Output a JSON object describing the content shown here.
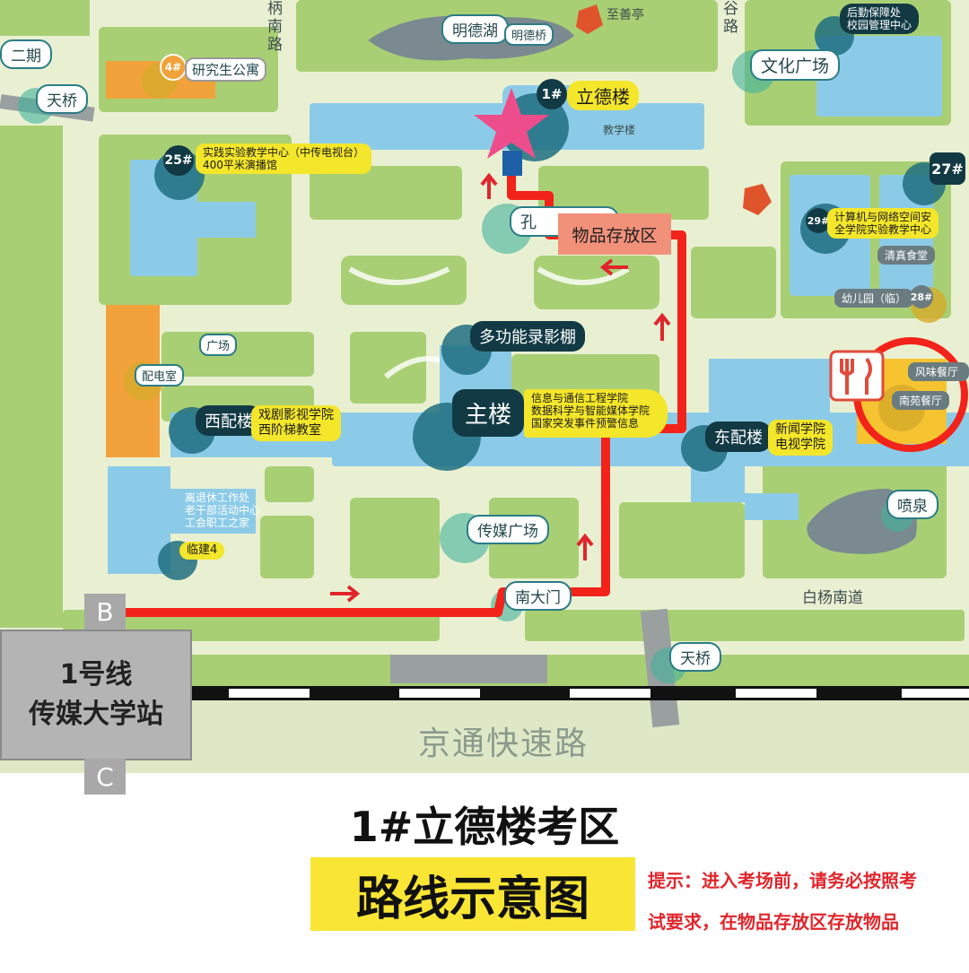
{
  "title": "1#立德楼考区",
  "subtitle": "路线示意图",
  "tip_line1": "提示：进入考场前，请务必按照考",
  "tip_line2": "试要求，在物品存放区存放物品",
  "colors": {
    "route": "#f2231a",
    "building": "#8ccbe8",
    "green": "#a9cf74",
    "road": "#e9f0d2",
    "yellow": "#f4e62a",
    "dark": "#123a44",
    "star": "#ee4d8c",
    "orange": "#f2a23a"
  },
  "map": {
    "storage_area": "物品存放区",
    "expressway": "京通快速路",
    "station": {
      "line": "1号线",
      "name": "传媒大学站",
      "exit_b": "B",
      "exit_c": "C"
    },
    "places": {
      "lide": "立德楼",
      "lide_badge": "1#",
      "teaching": "教学楼",
      "mingde_lake": "明德湖",
      "mingde_bridge": "明德桥",
      "zhishan": "至善亭",
      "grad_badge": "4#",
      "grad": "研究生公寓",
      "phase2": "二期",
      "bridge_w": "天桥",
      "bridge_s": "天桥",
      "culture": "文化广场",
      "logistics": "后勤保障处\n校园管理中心",
      "badge25": "25#",
      "practice": "实践实验教学中心（中传电视台）\n400平米演播馆",
      "confucius_1": "孔",
      "confucius_2": "广场",
      "badge29": "29#",
      "computer": "计算机与网络空间安\n全学院实验教学中心",
      "badge27": "27#",
      "halal": "清真食堂",
      "kinder": "幼儿园（临）",
      "badge28": "28#",
      "studio": "多功能录影棚",
      "plaza_small": "广场",
      "power": "配电室",
      "main": "主楼",
      "main_desc": "信息与通信工程学院\n数据科学与智能媒体学院\n国家突发事件预警信息",
      "west": "西配楼",
      "west_desc": "戏剧影视学院\n西阶梯教室",
      "east": "东配楼",
      "east_desc": "新闻学院\n电视学院",
      "retire": "离退休工作处\n老干部活动中心\n工会职工之家",
      "temp4": "临建4",
      "media_plaza": "传媒广场",
      "south_gate": "南大门",
      "fountain": "喷泉",
      "baiyang": "白杨南道",
      "flavor": "风味餐厅",
      "nanyuan": "南苑餐厅",
      "road_n1": "柄\n南\n路",
      "road_n2": "谷\n路"
    }
  }
}
